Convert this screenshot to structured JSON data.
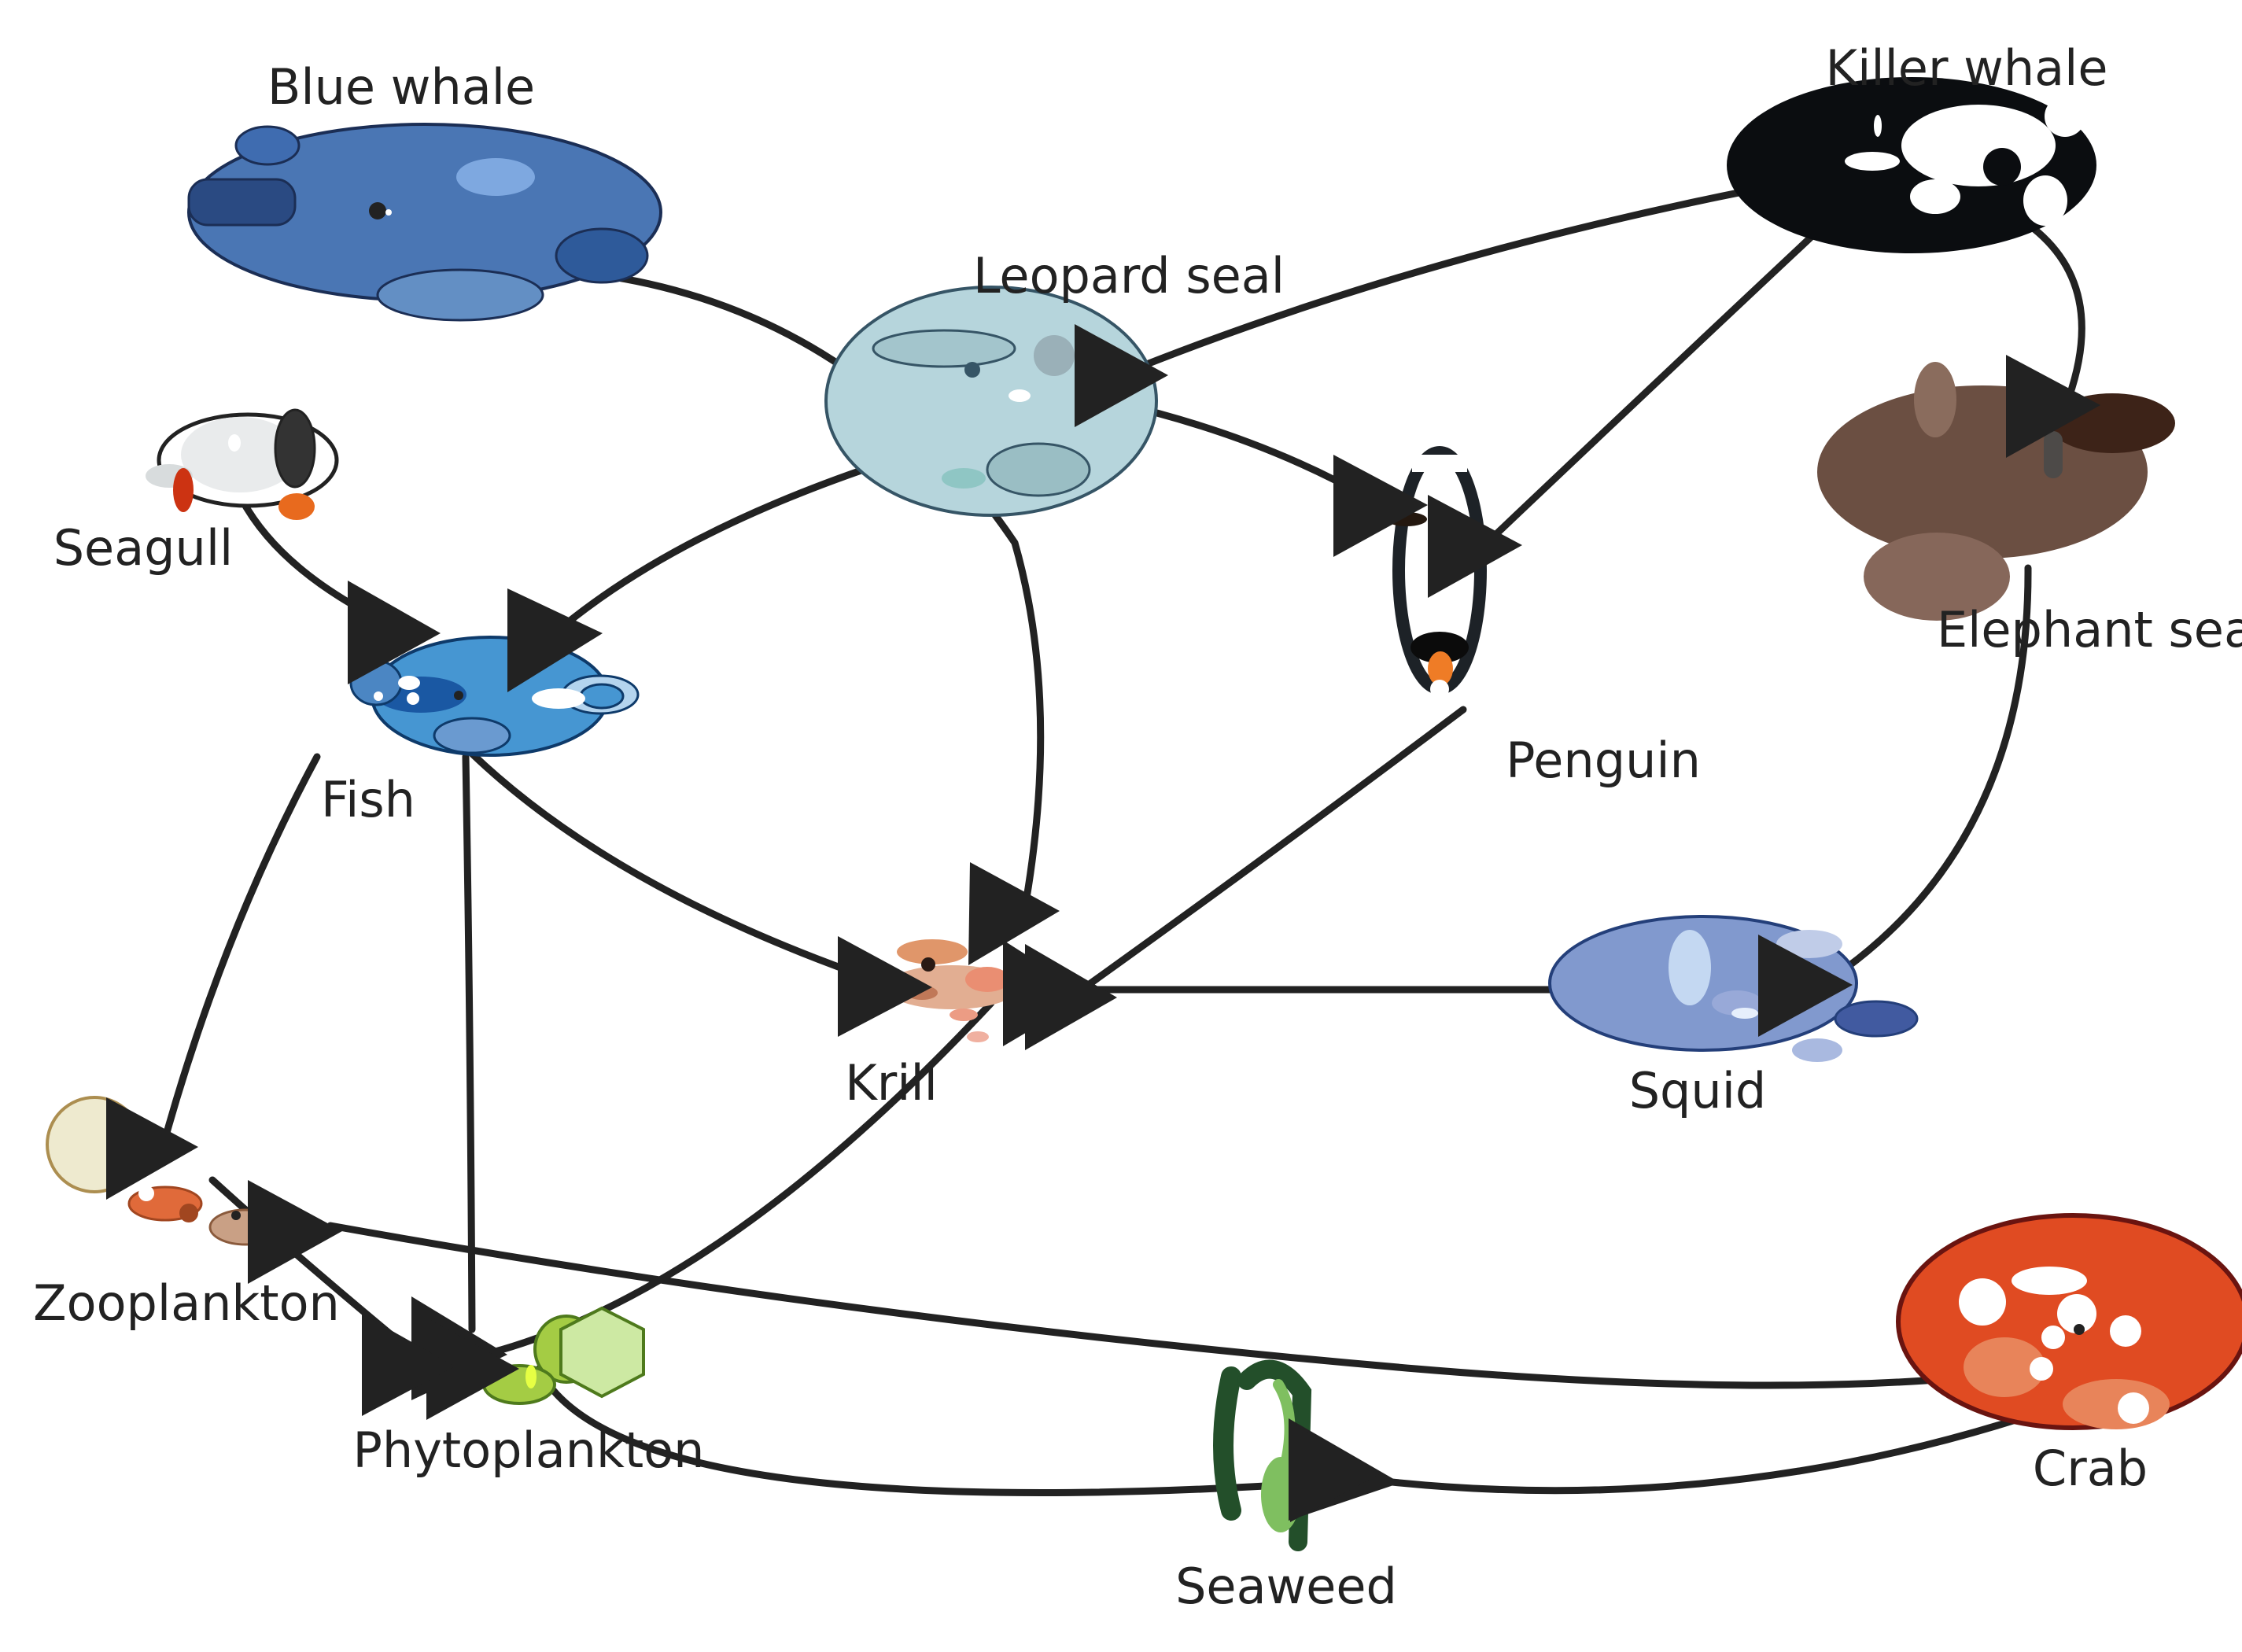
{
  "diagram": {
    "organisms": {
      "blue_whale": "Blue whale",
      "killer_whale": "Killer whale",
      "leopard_seal": "Leopard seal",
      "seagull": "Seagull",
      "penguin": "Penguin",
      "elephant_seal": "Elephant seal",
      "fish": "Fish",
      "krill": "Krill",
      "squid": "Squid",
      "zooplankton": "Zooplankton",
      "phytoplankton": "Phytoplankton",
      "seaweed": "Seaweed",
      "crab": "Crab"
    },
    "links": [
      {
        "from": "Blue whale",
        "to": "Krill"
      },
      {
        "from": "Leopard seal",
        "to": "Fish"
      },
      {
        "from": "Leopard seal",
        "to": "Penguin"
      },
      {
        "from": "Killer whale",
        "to": "Leopard seal"
      },
      {
        "from": "Killer whale",
        "to": "Penguin"
      },
      {
        "from": "Killer whale",
        "to": "Elephant seal"
      },
      {
        "from": "Seagull",
        "to": "Fish"
      },
      {
        "from": "Fish",
        "to": "Krill"
      },
      {
        "from": "Fish",
        "to": "Zooplankton"
      },
      {
        "from": "Fish",
        "to": "Phytoplankton"
      },
      {
        "from": "Penguin",
        "to": "Krill"
      },
      {
        "from": "Elephant seal",
        "to": "Squid"
      },
      {
        "from": "Squid",
        "to": "Krill"
      },
      {
        "from": "Krill",
        "to": "Phytoplankton"
      },
      {
        "from": "Zooplankton",
        "to": "Phytoplankton"
      },
      {
        "from": "Crab",
        "to": "Zooplankton"
      },
      {
        "from": "Crab",
        "to": "Seaweed"
      },
      {
        "from": "Phytoplankton",
        "to": "Seaweed"
      }
    ],
    "colors": {
      "edge": "#222222",
      "blue_whale": "#4a76b4",
      "killer_whale": "#0b0d10",
      "leopard_seal": "#b6d5dc",
      "elephant_seal": "#6b4f42",
      "fish": "#4696d2",
      "krill": "#e2ae92",
      "squid": "#8199ce",
      "crab": "#e04b22",
      "phytoplankton": "#a4cc44",
      "seaweed": "#234f2a"
    }
  }
}
